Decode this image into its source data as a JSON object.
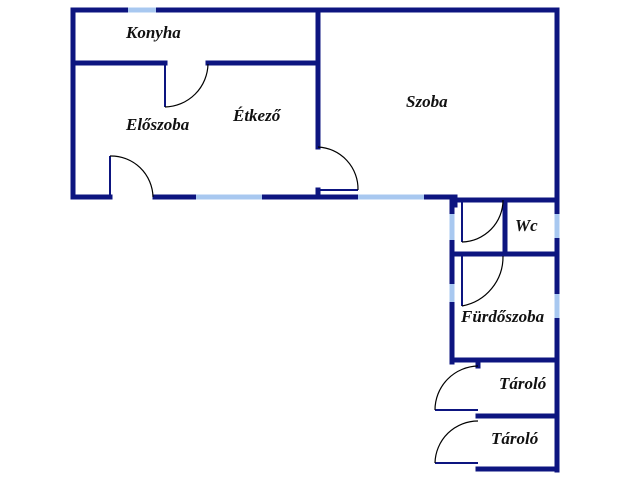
{
  "colors": {
    "wall": "#0d1580",
    "window": "#a8c8f0",
    "text": "#111111",
    "door_arc": "#000000"
  },
  "rooms": {
    "konyha": "Konyha",
    "eloszoba": "Előszoba",
    "etkezo": "Étkező",
    "szoba": "Szoba",
    "wc": "Wc",
    "furdoszoba": "Fürdőszoba",
    "tarolo_1": "Tároló",
    "tarolo_2": "Tároló"
  }
}
